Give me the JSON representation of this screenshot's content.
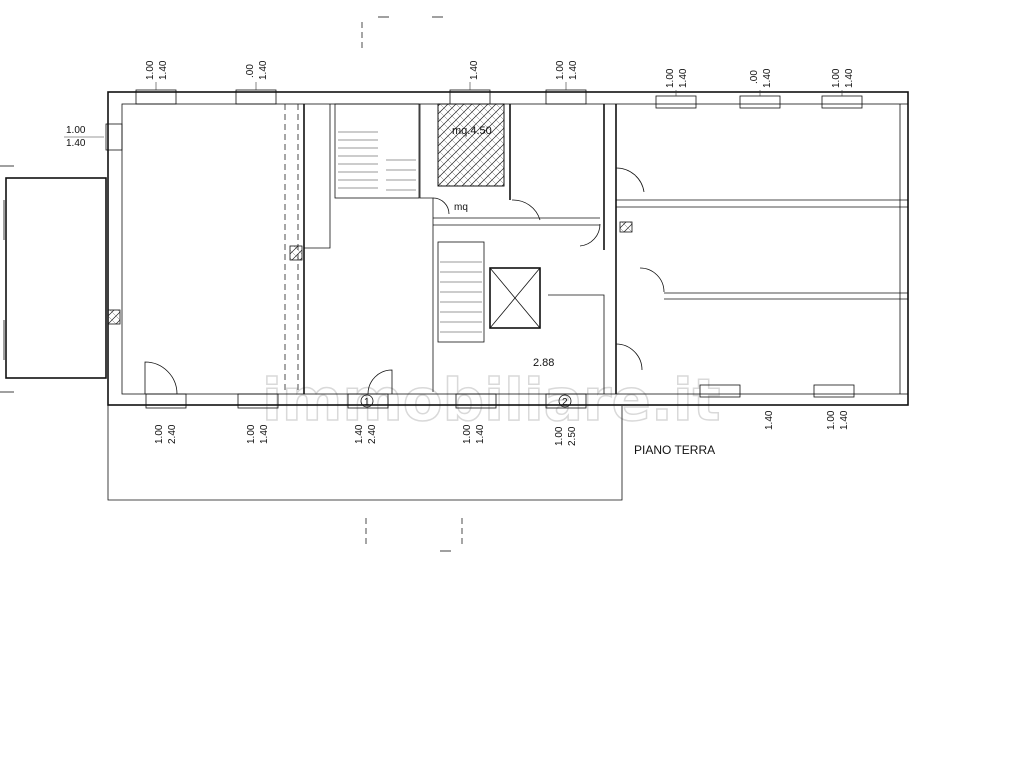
{
  "title": "PIANO TERRA",
  "watermark": "immobiliare.it",
  "areas": [
    "mq.4.50",
    "mq"
  ],
  "room_dimension": "2.88",
  "entrance_markers": [
    "1",
    "2"
  ],
  "left_window_label": [
    "1.00",
    "1.40"
  ],
  "top_windows": [
    [
      "1.00",
      "1.40"
    ],
    [
      ".00",
      "1.40"
    ],
    [
      "1.40"
    ],
    [
      "1.00",
      "1.40"
    ],
    [
      "1.00",
      "1.40"
    ],
    [
      ".00",
      "1.40"
    ],
    [
      "1.00",
      "1.40"
    ]
  ],
  "bottom_windows": [
    [
      "1.00",
      "2.40"
    ],
    [
      "1.00",
      "1.40"
    ],
    [
      "1.40",
      "2.40"
    ],
    [
      "1.00",
      "1.40"
    ],
    [
      "1.00",
      "2.50"
    ],
    [
      "1.40"
    ],
    [
      "1.00",
      "1.40"
    ]
  ]
}
